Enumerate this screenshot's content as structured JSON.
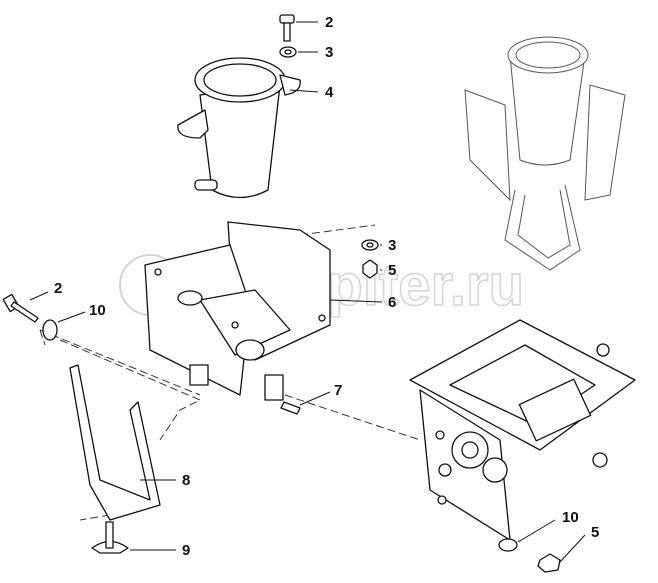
{
  "watermark": "autopiter.ru",
  "callouts": [
    {
      "id": "c1",
      "label": "2"
    },
    {
      "id": "c2",
      "label": "3"
    },
    {
      "id": "c3",
      "label": "4"
    },
    {
      "id": "c4",
      "label": "3"
    },
    {
      "id": "c5",
      "label": "5"
    },
    {
      "id": "c6",
      "label": "6"
    },
    {
      "id": "c7",
      "label": "2"
    },
    {
      "id": "c8",
      "label": "10"
    },
    {
      "id": "c9",
      "label": "7"
    },
    {
      "id": "c10",
      "label": "8"
    },
    {
      "id": "c11",
      "label": "9"
    },
    {
      "id": "c12",
      "label": "10"
    },
    {
      "id": "c13",
      "label": "5"
    }
  ]
}
